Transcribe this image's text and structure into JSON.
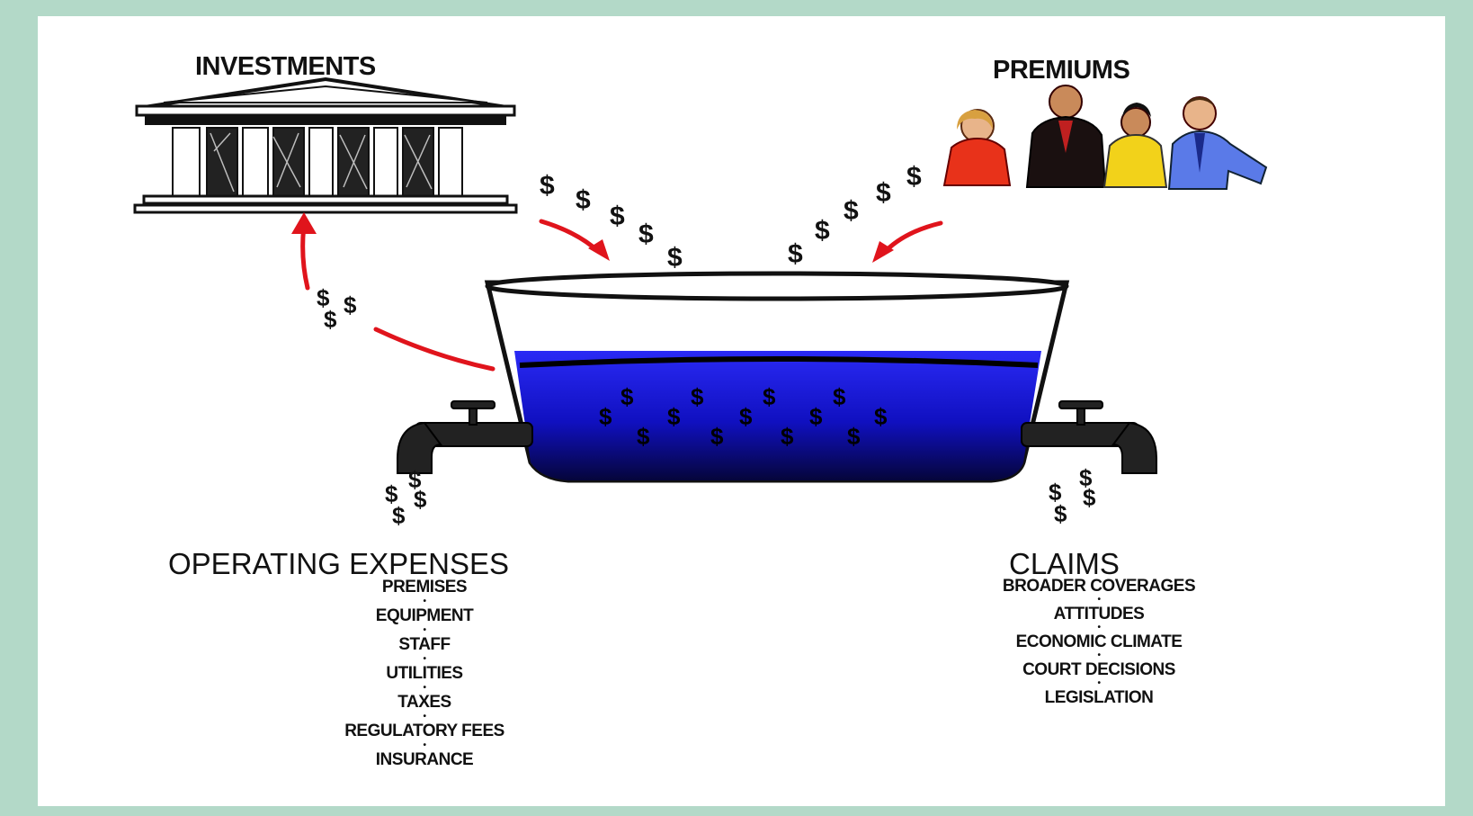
{
  "diagram": {
    "investments_label": "INVESTMENTS",
    "premiums_label": "PREMIUMS",
    "expenses_heading": "OPERATING EXPENSES",
    "claims_heading": "CLAIMS",
    "expenses_items": [
      "PREMISES",
      "EQUIPMENT",
      "STAFF",
      "UTILITIES",
      "TAXES",
      "REGULATORY FEES",
      "INSURANCE"
    ],
    "claims_items": [
      "BROADER COVERAGES",
      "ATTITUDES",
      "ECONOMIC CLIMATE",
      "COURT DECISIONS",
      "LEGISLATION"
    ],
    "currency_symbol": "$"
  },
  "colors": {
    "frame": "#b3d9c8",
    "arrow": "#e0141c",
    "liquid": "#1a1ae6",
    "ink": "#111111"
  },
  "icons": [
    "bank-building-icon",
    "people-group-icon",
    "bucket-icon",
    "faucet-icon",
    "arrow-icon"
  ]
}
